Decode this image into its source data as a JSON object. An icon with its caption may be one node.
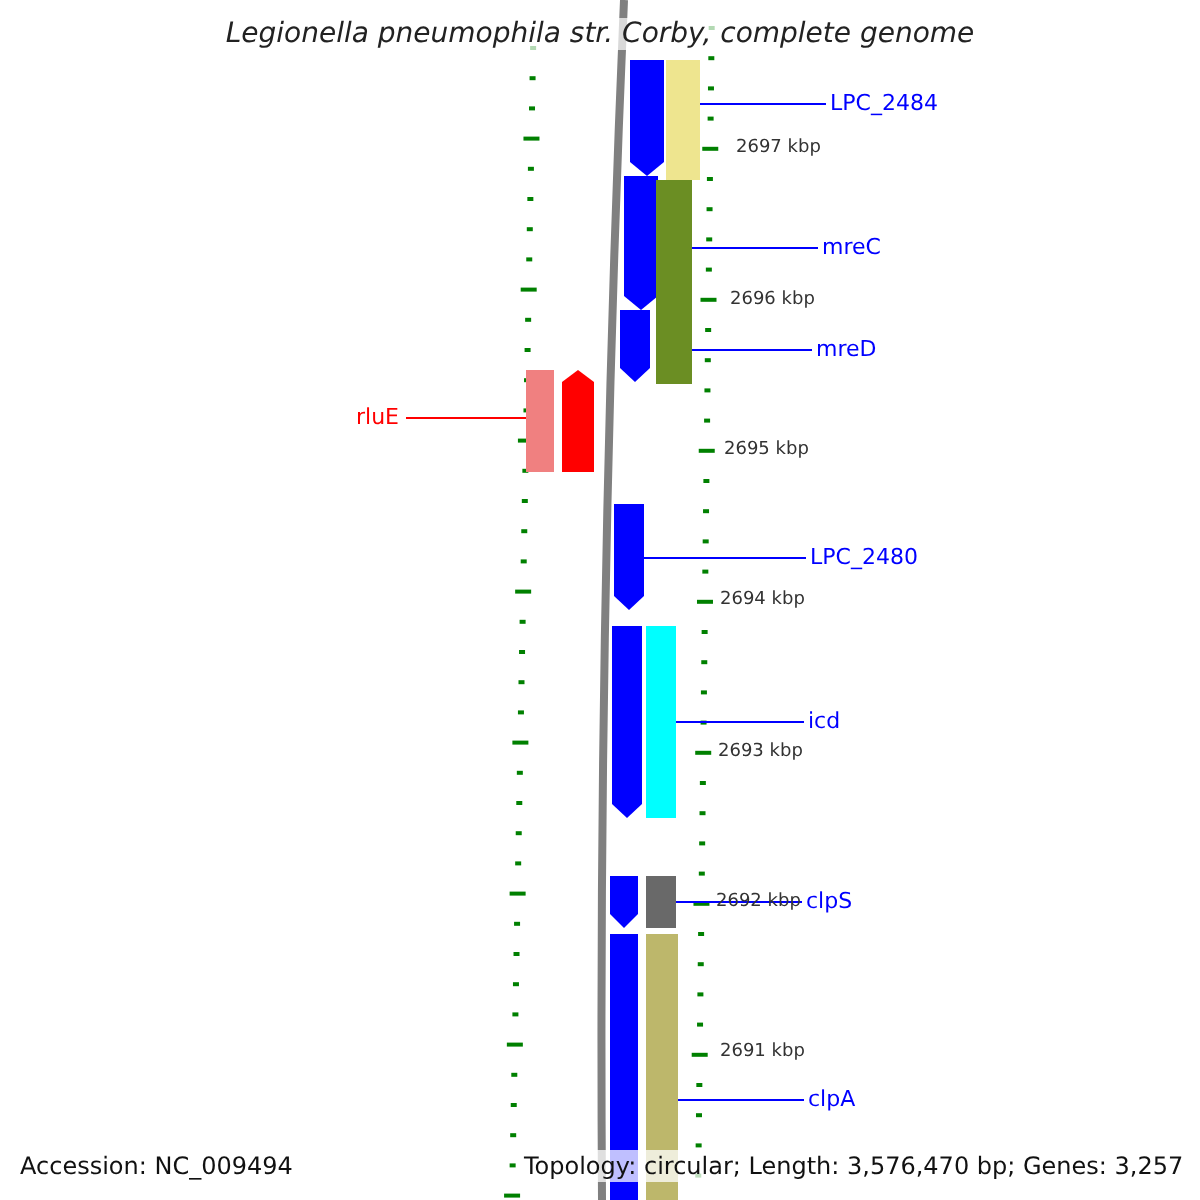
{
  "diagram": {
    "title": "Legionella pneumophila str. Corby, complete genome",
    "nodes": [
      {
        "text": [
          "LPC_2484"
        ]
      },
      {
        "text": [
          "mreC"
        ]
      },
      {
        "text": [
          "mreD"
        ]
      },
      {
        "text": [
          "rluE"
        ]
      },
      {
        "text": [
          "LPC_2480"
        ]
      },
      {
        "text": [
          "icd"
        ]
      },
      {
        "text": [
          "clpS"
        ]
      },
      {
        "text": [
          "clpA"
        ]
      },
      {
        "text": [],
        "shape": "bar"
      },
      {
        "text": [],
        "shape": "pentagon"
      },
      {
        "text": [],
        "shape": "pentagon"
      },
      {
        "text": [],
        "shape": "pentagon"
      },
      {
        "text": [],
        "shape": "pentagon"
      },
      {
        "text": [],
        "shape": "pentagon"
      },
      {
        "text": [],
        "shape": "pentagon"
      },
      {
        "text": [],
        "shape": "pentagon"
      },
      {
        "text": [],
        "shape": "bar"
      },
      {
        "text": [],
        "shape": "bar"
      },
      {
        "text": [],
        "shape": "bar"
      },
      {
        "text": [],
        "shape": "bar"
      },
      {
        "text": [],
        "shape": "bar"
      },
      {
        "text": [],
        "shape": "bar"
      }
    ],
    "edges": [
      {
        "from": 0,
        "to": 17,
        "arrow": "none"
      },
      {
        "from": 1,
        "to": 18,
        "arrow": "none"
      },
      {
        "from": 2,
        "to": 18,
        "arrow": "none"
      },
      {
        "from": 3,
        "to": 8,
        "arrow": "none",
        "color": "#ff0000"
      },
      {
        "from": 4,
        "to": 13,
        "arrow": "none"
      },
      {
        "from": 5,
        "to": 19,
        "arrow": "none"
      },
      {
        "from": 6,
        "to": 20,
        "arrow": "none"
      },
      {
        "from": 7,
        "to": 21,
        "arrow": "none"
      }
    ],
    "labels": [
      "2697 kbp",
      "2696 kbp",
      "2695 kbp",
      "2694 kbp",
      "2693 kbp",
      "2692 kbp",
      "2691 kbp",
      "Accession: NC_009494",
      "Topology: circular; Length: 3,576,470 bp; Genes: 3,257"
    ]
  }
}
